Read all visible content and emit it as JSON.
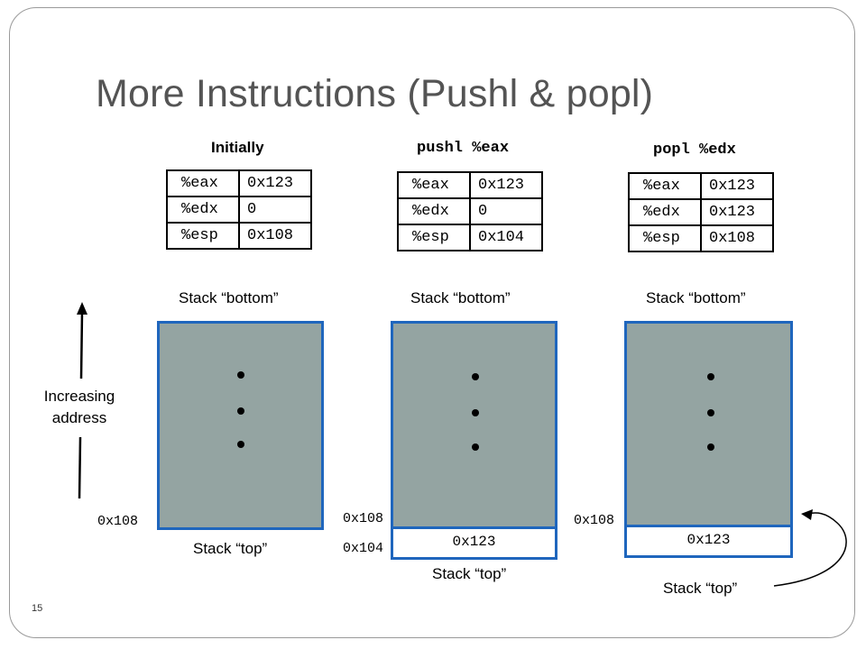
{
  "title": "More Instructions (Pushl & popl)",
  "page_number": "15",
  "increasing_address": [
    "Increasing",
    "address"
  ],
  "panels": [
    {
      "label": "Initially",
      "registers": [
        {
          "name": "%eax",
          "value": "0x123"
        },
        {
          "name": "%edx",
          "value": "0"
        },
        {
          "name": "%esp",
          "value": "0x108"
        }
      ],
      "stack_bottom_label": "Stack “bottom”",
      "stack_top_label": "Stack “top”",
      "addresses": [
        "0x108"
      ]
    },
    {
      "label": "pushl %eax",
      "registers": [
        {
          "name": "%eax",
          "value": "0x123"
        },
        {
          "name": "%edx",
          "value": "0"
        },
        {
          "name": "%esp",
          "value": "0x104"
        }
      ],
      "stack_bottom_label": "Stack “bottom”",
      "stack_top_label": "Stack “top”",
      "stack_cell": "0x123",
      "addresses": [
        "0x108",
        "0x104"
      ]
    },
    {
      "label": "popl %edx",
      "registers": [
        {
          "name": "%eax",
          "value": "0x123"
        },
        {
          "name": "%edx",
          "value": "0x123"
        },
        {
          "name": "%esp",
          "value": "0x108"
        }
      ],
      "stack_bottom_label": "Stack “bottom”",
      "stack_top_label": "Stack “top”",
      "stack_cell": "0x123",
      "addresses": [
        "0x108"
      ]
    }
  ],
  "colors": {
    "stack_border": "#1f66bd",
    "stack_fill": "#94a4a2",
    "title_text": "#545454"
  }
}
